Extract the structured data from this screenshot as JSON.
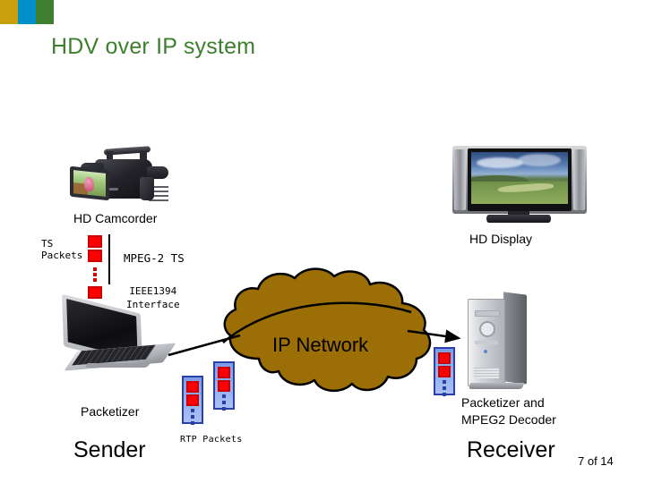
{
  "slide": {
    "title": "HDV over IP system",
    "page_number": "7 of 14",
    "title_color": "#3d7f2e",
    "background_color": "#ffffff"
  },
  "accent_bars": [
    {
      "name": "gold",
      "color": "#c9a00b"
    },
    {
      "name": "blue",
      "color": "#0090c8"
    },
    {
      "name": "green",
      "color": "#3d7f2e"
    }
  ],
  "diagram": {
    "devices": {
      "camcorder_label": "HD Camcorder",
      "display_label": "HD Display",
      "laptop_label": "Packetizer",
      "pc_label": "Packetizer and\nMPEG2 Decoder",
      "sender_label": "Sender",
      "receiver_label": "Receiver"
    },
    "streams": {
      "ts_packets_label": "TS\nPackets",
      "mpeg2_ts_label": "MPEG-2 TS",
      "ieee1394_label": "IEEE1394\nInterface",
      "rtp_packets_label": "RTP Packets"
    },
    "network": {
      "cloud_label": "IP Network",
      "cloud_color": "#9c6f06",
      "cloud_outline": "#000000"
    },
    "packet_colors": {
      "ts_packet_fill": "#ff0000",
      "ts_packet_border": "#cc0000",
      "rtp_packet_fill": "#93aeee",
      "rtp_packet_border": "#2b3fa8"
    }
  }
}
